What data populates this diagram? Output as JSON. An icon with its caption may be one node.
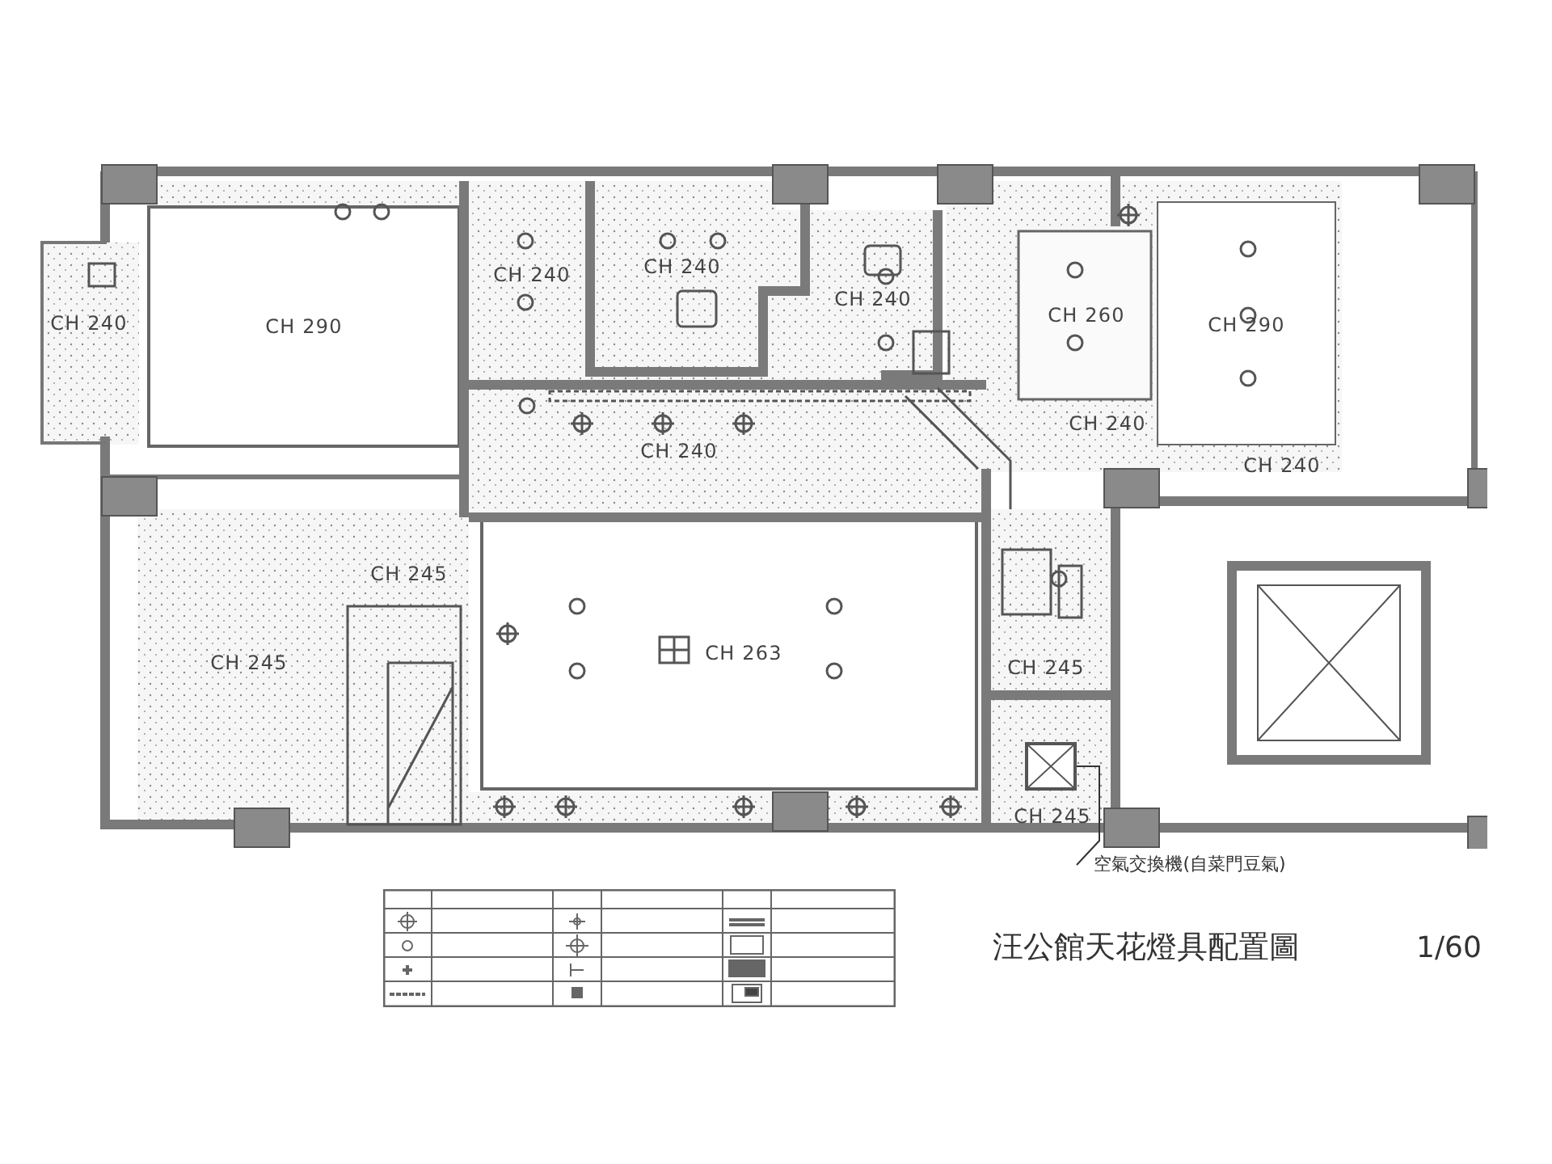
{
  "diagram": {
    "title": "汪公館天花燈具配置圖",
    "nodes": [
      {
        "text": [
          "CH 240"
        ]
      },
      {
        "text": [
          "CH 290"
        ]
      },
      {
        "text": [
          "CH 240"
        ]
      },
      {
        "text": [
          "CH 240"
        ]
      },
      {
        "text": [
          "CH 240"
        ]
      },
      {
        "text": [
          "CH 260"
        ]
      },
      {
        "text": [
          "CH 290"
        ]
      },
      {
        "text": [
          "CH 240"
        ]
      },
      {
        "text": [
          "CH 240"
        ]
      },
      {
        "text": [
          "CH 240"
        ]
      },
      {
        "text": [
          "CH 245"
        ]
      },
      {
        "text": [
          "CH 245"
        ]
      },
      {
        "text": [
          "CH 263"
        ]
      },
      {
        "text": [
          "CH 245"
        ]
      },
      {
        "text": [
          "CH 245"
        ]
      },
      {
        "text": [],
        "shape": "box",
        "in": 14
      },
      {
        "text": [
          "空氣交換機(自菜門豆氣)"
        ]
      }
    ],
    "edges": [
      {
        "from": 16,
        "to": 15,
        "arrow": "none"
      }
    ],
    "labels": [
      "1/60"
    ]
  }
}
